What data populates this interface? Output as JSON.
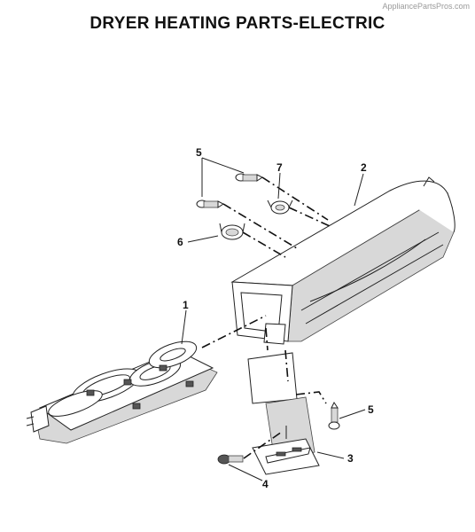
{
  "watermark": "AppliancePartsPros.com",
  "title": "DRYER HEATING PARTS-ELECTRIC",
  "callouts": {
    "c1": "1",
    "c2": "2",
    "c3": "3",
    "c4": "4",
    "c5a": "5",
    "c5b": "5",
    "c6": "6",
    "c7": "7"
  }
}
